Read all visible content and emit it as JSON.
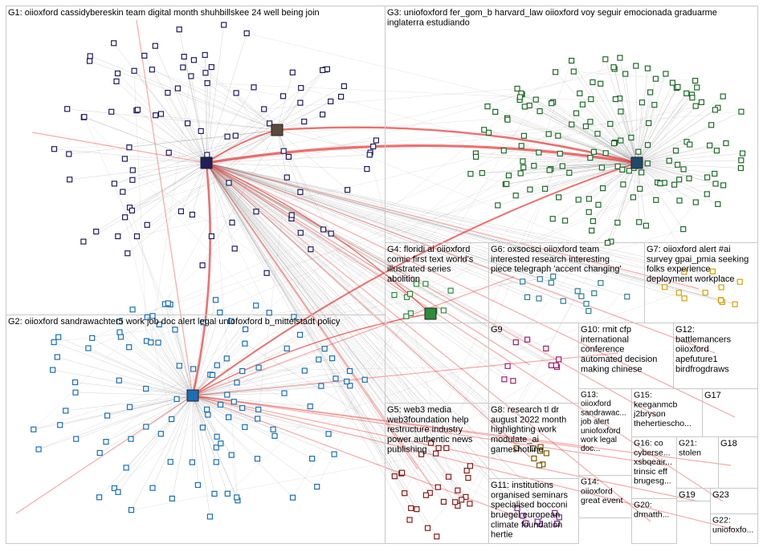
{
  "groups": [
    {
      "id": "G1",
      "label_lines": [
        "G1: oiioxford cassidybereskin team digital month shuhbillskee 24 well being join"
      ]
    },
    {
      "id": "G2",
      "label_lines": [
        "G2: oiioxford sandrawachter5 work job doc alert legal uniofoxford b_mittelstadt policy"
      ]
    },
    {
      "id": "G3",
      "label_lines": [
        "G3: uniofoxford fer_gom_b harvard_law oiioxford voy seguir emocionada graduarme",
        "inglaterra estudiando"
      ]
    },
    {
      "id": "G4",
      "label_lines": [
        "G4: floridi ai oiioxford",
        "comic first text world's",
        "illustrated series",
        "abolition"
      ]
    },
    {
      "id": "G5",
      "label_lines": [
        "G5: web3 media",
        "web3foundation help",
        "restructure industry",
        "power authentic news",
        "publishing"
      ]
    },
    {
      "id": "G6",
      "label_lines": [
        "G6: oxsocsci oiioxford team",
        "interested research interesting",
        "piece telegraph 'accent changing'"
      ]
    },
    {
      "id": "G7",
      "label_lines": [
        "G7: oiioxford alert #ai",
        "survey gpai_pmia seeking",
        "folks experience",
        "deployment workplace"
      ]
    },
    {
      "id": "G8",
      "label_lines": [
        "G8: research tl dr",
        "august 2022 month",
        "highlighting work",
        "modulate_ai",
        "gameshotline"
      ]
    },
    {
      "id": "G9",
      "label_lines": [
        "G9"
      ]
    },
    {
      "id": "G10",
      "label_lines": [
        "G10: rmit cfp",
        "international",
        "conference",
        "automated decision",
        "making chinese"
      ]
    },
    {
      "id": "G11",
      "label_lines": [
        "G11: institutions",
        "organised seminars",
        "specialised bocconi",
        "bruegel european",
        "climate foundation",
        "hertie"
      ]
    },
    {
      "id": "G12",
      "label_lines": [
        "G12:",
        "battlemancers",
        "oiioxford",
        "apefuture1",
        "birdfrogdraws"
      ]
    },
    {
      "id": "G13",
      "label_lines": [
        "G13:",
        "oiioxford",
        "sandrawac...",
        "job alert",
        "uniofoxford",
        "work legal",
        "doc..."
      ]
    },
    {
      "id": "G14",
      "label_lines": [
        "G14:",
        "oiioxford",
        "great event"
      ]
    },
    {
      "id": "G15",
      "label_lines": [
        "G15:",
        "keeganmcb",
        "j2bryson",
        "thehertiescho..."
      ]
    },
    {
      "id": "G16",
      "label_lines": [
        "G16: co",
        "cyberse...",
        "xsbqeair...",
        "trinsic eff",
        "brugesg..."
      ]
    },
    {
      "id": "G17",
      "label_lines": [
        "G17"
      ]
    },
    {
      "id": "G18",
      "label_lines": [
        "G18"
      ]
    },
    {
      "id": "G19",
      "label_lines": [
        "G19"
      ]
    },
    {
      "id": "G20",
      "label_lines": [
        "G20:",
        "drmatth..."
      ]
    },
    {
      "id": "G21",
      "label_lines": [
        "G21:",
        "stolen"
      ]
    },
    {
      "id": "G22",
      "label_lines": [
        "G22:",
        "uniofoxfo..."
      ]
    },
    {
      "id": "G23",
      "label_lines": [
        "G23"
      ]
    }
  ],
  "hubs": [
    {
      "id": "oiioxford",
      "group": "G1"
    },
    {
      "id": "cassidybereskin",
      "group": "G1"
    },
    {
      "id": "sandrawachter5",
      "group": "G2"
    },
    {
      "id": "uniofoxford",
      "group": "G3"
    },
    {
      "id": "floridi",
      "group": "G4"
    }
  ],
  "colors": {
    "box_border": "#c8c8c8",
    "edge_gray": "#9a9a9a",
    "edge_red": "#e8423f",
    "node_border_g1": "#1f1f5c",
    "node_border_g2": "#1a6fb5",
    "node_border_g3": "#1f6b2a",
    "node_border_g4": "#2e8b3a",
    "node_border_g9": "#a0206a",
    "node_border_g7": "#d4a000"
  }
}
